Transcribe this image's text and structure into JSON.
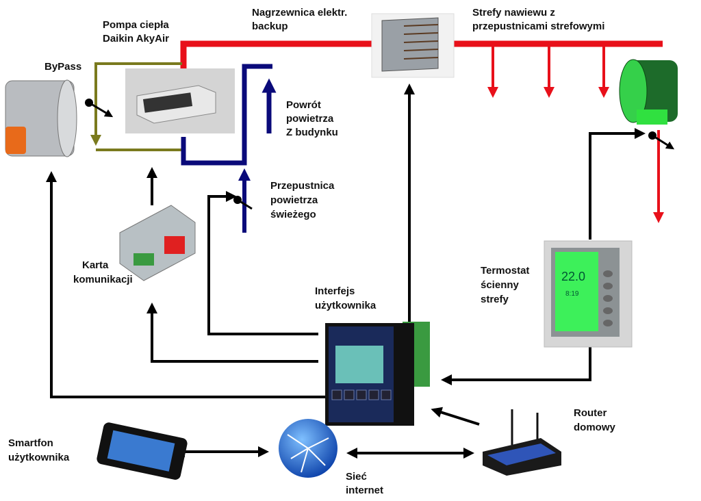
{
  "colors": {
    "supply": "#e8101a",
    "bypass": "#7a7a1e",
    "return": "#0a0a7a",
    "control": "#000000"
  },
  "labels": {
    "heat_pump": [
      "Pompa ciepła",
      "Daikin AkyAir"
    ],
    "heater": [
      "Nagrzewnica elektr.",
      "backup"
    ],
    "zones": [
      "Strefy nawiewu z",
      "przepustnicami strefowymi"
    ],
    "bypass": "ByPass",
    "return_air": [
      "Powrót",
      "powietrza",
      "Z budynku"
    ],
    "fresh_air": [
      "Przepustnica",
      "powietrza",
      "świeżego"
    ],
    "comm_card": [
      "Karta",
      "komunikacji"
    ],
    "ui": [
      "Interfejs",
      "użytkownika"
    ],
    "thermostat": [
      "Termostat",
      "ścienny",
      "strefy"
    ],
    "router": [
      "Router",
      "domowy"
    ],
    "smartphone": [
      "Smartfon",
      "użytkownika"
    ],
    "internet": [
      "Sieć",
      "internet"
    ]
  },
  "thermostat_display": {
    "temp": "22.0",
    "time": "8:19"
  },
  "icons": [
    "bypass-damper-icon",
    "heat-pump-unit-icon",
    "electric-heater-icon",
    "zone-damper-icon",
    "communication-card-icon",
    "user-interface-panel-icon",
    "wall-thermostat-icon",
    "router-icon",
    "globe-icon",
    "smartphone-icon"
  ]
}
